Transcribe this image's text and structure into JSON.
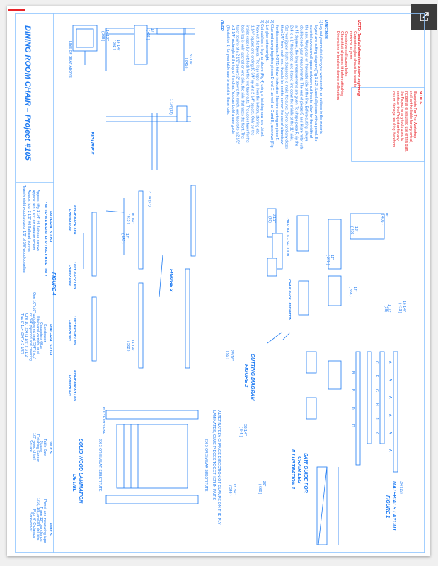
{
  "title": "DINING ROOM CHAIR – Project #105",
  "popout_icon": "external-link-icon",
  "notice": {
    "heading": "NOTICE",
    "lines": [
      "Blueprints For The Workshop",
      "shall not be liable for any actual,",
      "incidental or resulting use of this plan,",
      "the Project or any tools used to",
      "construct the Project or for any",
      "loss or damage resulting therefrom."
    ]
  },
  "note": {
    "lines": [
      "NOTE: Read all directions before beginning",
      "Carpenters glue should be used to",
      "reinforce all joints",
      "Counterbore all screw holes",
      "Check that all pieces fit before attaching",
      "Dimensions in brackets denote millimeters"
    ]
  },
  "directions": {
    "heading": "Directions",
    "lines": [
      "1)  Lay out your material on your workbench, as outlined in the material",
      "layout and cutting diagram (Fig 1 & 2). Label all pieces with a pencil. Be",
      "sure to leave a small space between cut lines to allow for the width of",
      "the saw. Always cut on the waste side of the line. Before cutting, always",
      "double check your measurements. The end of pieces G and H are miter cuts",
      "at 45 degrees, the long measurements are given. To shape piece F, rip the",
      "2x4 to a 1\" thick piece, and draw a line down the middle of the 11\" side.",
      "Set your jigsaw depth disappears to make the curve. Do not sand any closer",
      "than 3/4\" from each end. It would be best to borrow the use of a bandsaw",
      "for this operation. NOTE: follow instruction 2 before starting on piece F.",
      "2)  Glue and clamp together pieces D and E, as well as C and B, as shown (Fig",
      "3). Let glue set overnight.",
      "3)  Cut notches in legs as shown (Fig 4) using a finishing saw and chisel.",
      "Now cut the tapers. The legs taper up from the bottom, starting at a",
      "1 1/4\" square and ending 13 3/4\" up at a 2 1/4\" square. Only cut the",
      "inside edges (un-notched) for the two taper cuts. The upper taper for the",
      "back leg is only tapered on one side, the side that faces the front. The",
      "taper begins at a 2 1/2\" square 2\" above the notch, and tapers to a 2 1/2\"",
      "x 1 1/4\" rectangle at the top of the chair. You can build a saw guide",
      "(Illustration 1) for your table saw to assist in these cuts."
    ],
    "over": "OVER"
  },
  "figures": {
    "fig5": "FIGURE 5",
    "fig3": "FIGURE 3",
    "fig4": "FIGURE 4",
    "fig2_title": "CUTTING DIAGRAM",
    "fig2": "FIGURE 2",
    "fig1_title": "MATERIALS LAYOUT",
    "fig1": "FIGURE 1",
    "saw_title": "SAW GUIDE FOR",
    "saw_title2": "CHAIR LEG",
    "saw_ill": "ILLUSTRATION 1",
    "lam_title": "SOLID WOOD LAMINATION",
    "lam_title2": "DETAIL",
    "chair_back": "CHAIR BACK - ELEVATION",
    "chair_back_section": "CHAIR BACK - SECTION",
    "line_of_seat": "LINE OF SEAT ABOVE",
    "lam_note": "ALTERNATELY CHANGE DIRECTION OF CLAMPS ON THE PLY LAMINATES, GLUE PIECES TOGETHER IN PAIRS",
    "substitute1": "2 X 3 OR SIMILAR SUBSTITUTE",
    "substitute2": "2 X 3 OR SIMILAR SUBSTITUTE",
    "polyethylene": "POLYETHYLENE",
    "lamination_labels": [
      "RIGHT BACK LEG LAMINATION",
      "LEFT BACK LEG LAMINATION",
      "LEFT FRONT LEG LAMINATION",
      "RIGHT FRONT LEG LAMINATION"
    ]
  },
  "dimensions": [
    "33 1/4\"",
    "( 845 )",
    "14 1/2\"",
    "( 368 )",
    "17\"",
    "( 432 )",
    "14 1/4\"",
    "( 362 )",
    "16\"",
    "( 406 )",
    "16\"",
    "( 406 )",
    "3 1/2\"",
    "(89)",
    "2 5/16\"",
    "( 59 )",
    "1 1/2\"",
    "(38)",
    "11\"",
    "( 279 )",
    "16 1/4\"",
    "( 413 )",
    "14\"",
    "( 356 )",
    "26\"",
    "( 660 )",
    "13 3/4\"",
    "( 349 )",
    "2 1/4\"(57)",
    "1 1/4\"(32)",
    "3/4\"(19)",
    "33 1/4\"",
    "( 845 )",
    "16 1/4\"",
    "( 413 )",
    "14 1/4\"",
    "( 362 )",
    "17\"",
    "( 432 )"
  ],
  "layout_labels": [
    "A",
    "A",
    "A",
    "A",
    "A",
    "A",
    "B",
    "B",
    "D",
    "D",
    "C",
    "E",
    "G",
    "H",
    "J",
    "K"
  ],
  "materials_list_1": {
    "heading": "MATERIALS LIST",
    "note": "* NOTE: MATERIAL FOR ONE CHAIR ONLY",
    "items": [
      "Approx. fifty 1 1/4\" #6 flathead screws",
      "Approx. ten 1 1/2\" #8 flathead screws",
      "Approx. four 2 1/2\" #8 flathead screws",
      "Twenty eight wood plugs or 1/2' of 3/8' wood doweling"
    ]
  },
  "materials_list_2": {
    "heading": "MATERIALS LIST",
    "items": [
      "Sandpaper",
      "Carpenters Glue",
      "Stain and varnish, or oil",
      "One 16\"x16\" upholstered seat (3/4\" thick)",
      "or 3/4\" plywood and covering",
      "One 10' 2x4 (1 1/2\" x 3 1/2\")",
      "Two 8' 1x4 (3/4\" x 3 1/2\")"
    ]
  },
  "tools_1": {
    "heading": "TOOLS",
    "items": [
      "Table Saw",
      "Jigsaw",
      "Finishing Sander",
      "1/2\" wood chisel",
      "Square"
    ]
  },
  "tools_2": {
    "heading": "TOOLS",
    "items": [
      "Pencil and measuring tape",
      "Three 12\" bar clamps",
      "1/16, 1/8, and 3/8 drill bits",
      "Four 6\" C-clamps",
      "Screwdriver"
    ]
  }
}
